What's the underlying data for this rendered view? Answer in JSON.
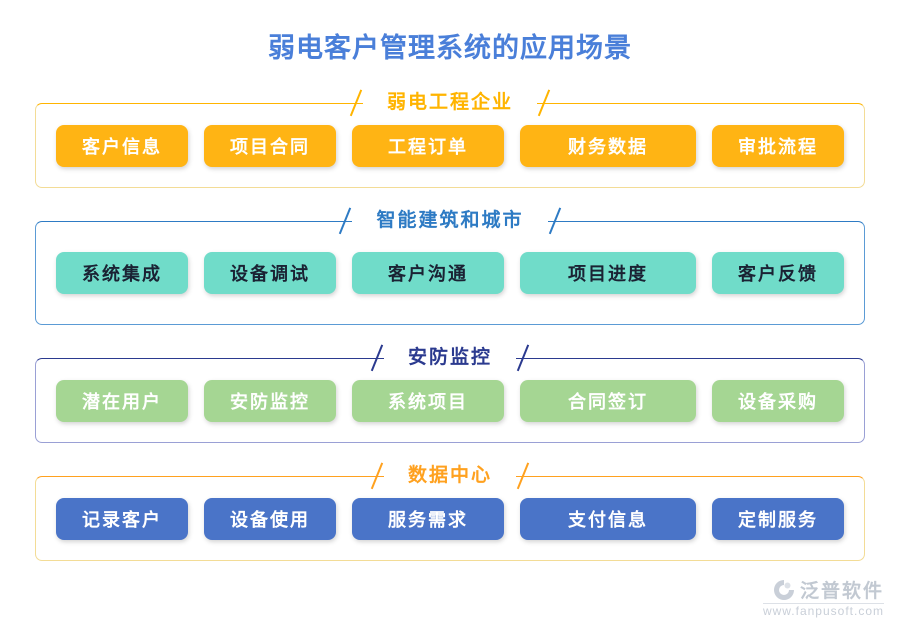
{
  "page": {
    "title": "弱电客户管理系统的应用场景",
    "title_color": "#4a7fd9"
  },
  "sections": [
    {
      "label": "弱电工程企业",
      "title_color": "#ffb400",
      "line_color": "#ffb400",
      "border_color": "#f3dc96",
      "button_bg": "#ffb414",
      "button_text": "#ffffff",
      "items": [
        "客户信息",
        "项目合同",
        "工程订单",
        "财务数据",
        "审批流程"
      ]
    },
    {
      "label": "智能建筑和城市",
      "title_color": "#2e7bc4",
      "line_color": "#2e7bc4",
      "border_color": "#5b9bd5",
      "button_bg": "#70dcc9",
      "button_text": "#1a2233",
      "items": [
        "系统集成",
        "设备调试",
        "客户沟通",
        "项目进度",
        "客户反馈"
      ]
    },
    {
      "label": "安防监控",
      "title_color": "#2b3a8f",
      "line_color": "#2b3a8f",
      "border_color": "#9aa0d5",
      "button_bg": "#a5d693",
      "button_text": "#ffffff",
      "items": [
        "潜在用户",
        "安防监控",
        "系统项目",
        "合同签订",
        "设备采购"
      ]
    },
    {
      "label": "数据中心",
      "title_color": "#ffa11f",
      "line_color": "#ffa11f",
      "border_color": "#f3dc96",
      "button_bg": "#4a74c8",
      "button_text": "#ffffff",
      "items": [
        "记录客户",
        "设备使用",
        "服务需求",
        "支付信息",
        "定制服务"
      ]
    }
  ],
  "watermark": {
    "brand": "泛普软件",
    "url": "www.fanpusoft.com"
  }
}
